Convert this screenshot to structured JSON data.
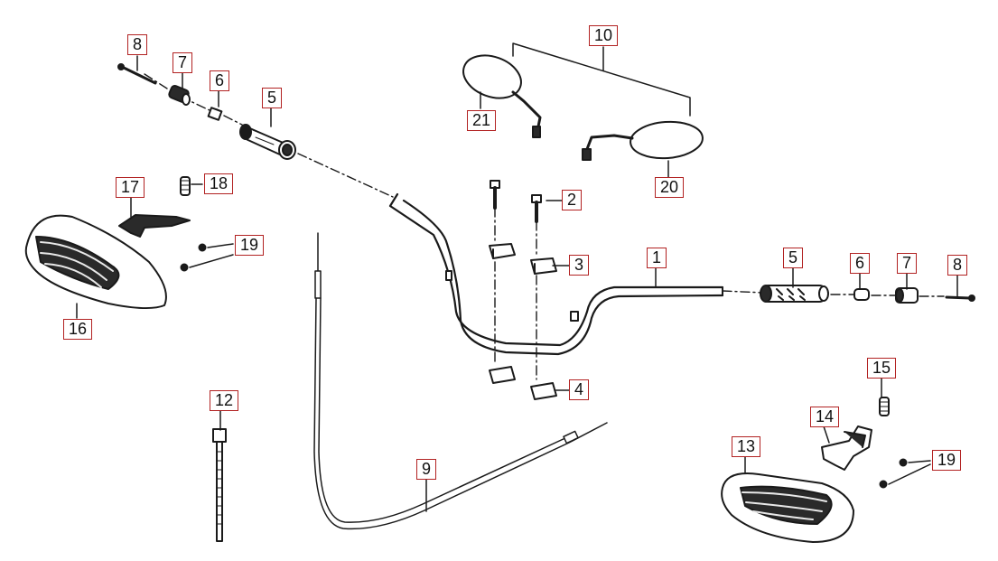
{
  "diagram": {
    "callouts": [
      {
        "id": "c1",
        "label": "1"
      },
      {
        "id": "c2",
        "label": "2"
      },
      {
        "id": "c3",
        "label": "3"
      },
      {
        "id": "c4",
        "label": "4"
      },
      {
        "id": "c5a",
        "label": "5"
      },
      {
        "id": "c5b",
        "label": "5"
      },
      {
        "id": "c6a",
        "label": "6"
      },
      {
        "id": "c6b",
        "label": "6"
      },
      {
        "id": "c7a",
        "label": "7"
      },
      {
        "id": "c7b",
        "label": "7"
      },
      {
        "id": "c8a",
        "label": "8"
      },
      {
        "id": "c8b",
        "label": "8"
      },
      {
        "id": "c9",
        "label": "9"
      },
      {
        "id": "c10",
        "label": "10"
      },
      {
        "id": "c12",
        "label": "12"
      },
      {
        "id": "c13",
        "label": "13"
      },
      {
        "id": "c14",
        "label": "14"
      },
      {
        "id": "c15",
        "label": "15"
      },
      {
        "id": "c16",
        "label": "16"
      },
      {
        "id": "c17",
        "label": "17"
      },
      {
        "id": "c18",
        "label": "18"
      },
      {
        "id": "c19a",
        "label": "19"
      },
      {
        "id": "c19b",
        "label": "19"
      },
      {
        "id": "c20",
        "label": "20"
      },
      {
        "id": "c21",
        "label": "21"
      }
    ]
  },
  "colors": {
    "line": "#1a1a1a",
    "callout_border": "#b22222",
    "callout_text": "#111111",
    "fill_dark": "#2a2a2a",
    "fill_light": "#e8e8e8"
  }
}
